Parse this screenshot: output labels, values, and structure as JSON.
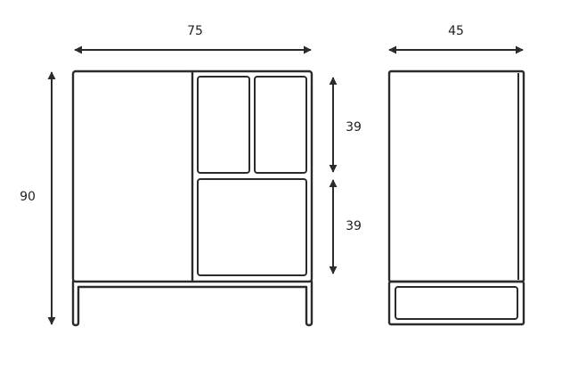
{
  "dimensions": {
    "width": "75",
    "depth": "45",
    "height": "90",
    "upper_compartment": "39",
    "lower_compartment": "39"
  },
  "colors": {
    "line": "#2b2b2b",
    "text": "#222222",
    "background": "#ffffff"
  }
}
